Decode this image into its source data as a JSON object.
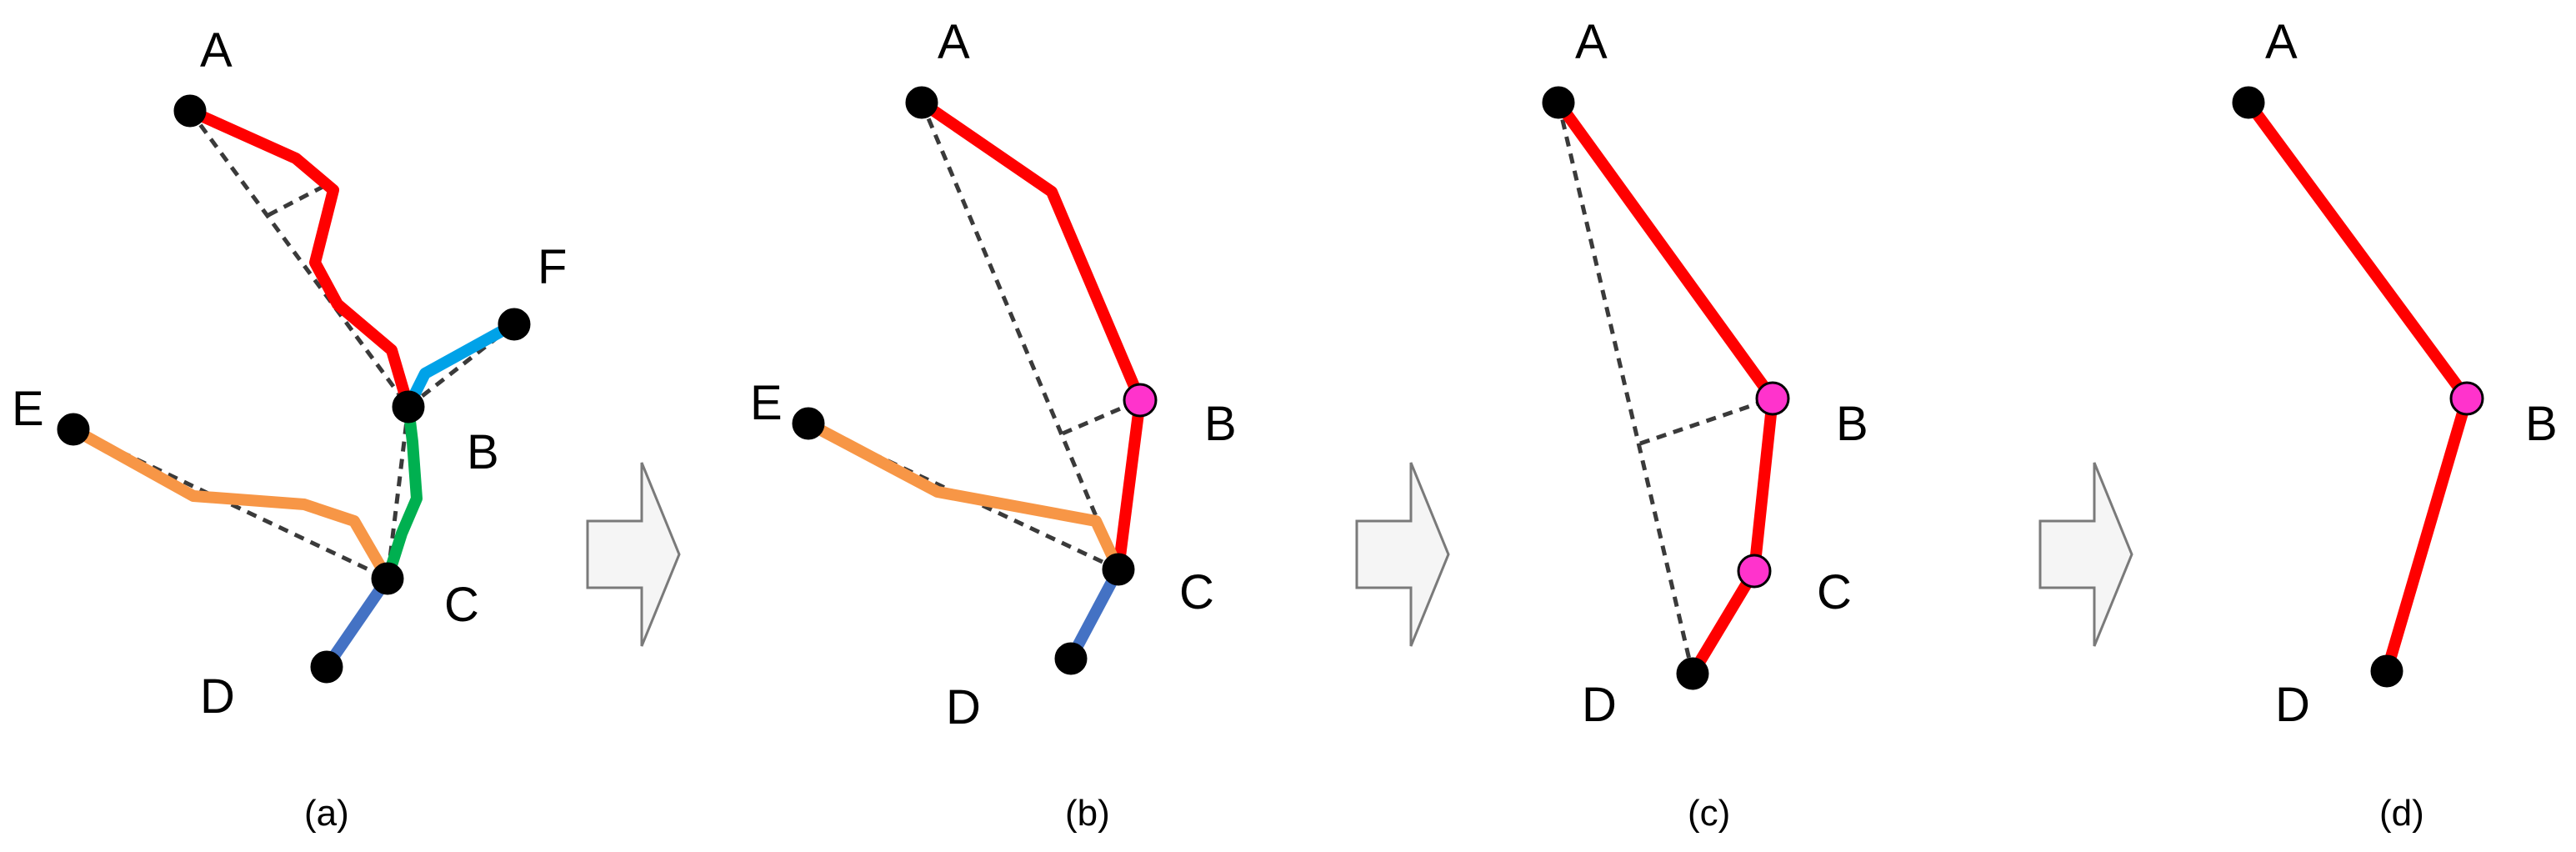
{
  "colors": {
    "red": "#ff0000",
    "orange": "#f79646",
    "green": "#00b050",
    "cyan": "#00a2e8",
    "blue": "#4472c4",
    "magenta": "#ff33cc",
    "black": "#000000"
  },
  "panels": [
    {
      "caption": "(a)",
      "labels": {
        "A": "A",
        "B": "B",
        "C": "C",
        "D": "D",
        "E": "E",
        "F": "F"
      }
    },
    {
      "caption": "(b)",
      "labels": {
        "A": "A",
        "B": "B",
        "C": "C",
        "D": "D",
        "E": "E"
      }
    },
    {
      "caption": "(c)",
      "labels": {
        "A": "A",
        "B": "B",
        "C": "C",
        "D": "D"
      }
    },
    {
      "caption": "(d)",
      "labels": {
        "A": "A",
        "B": "B",
        "D": "D"
      }
    }
  ],
  "arrows": [
    "next-step-arrow",
    "next-step-arrow",
    "next-step-arrow"
  ]
}
